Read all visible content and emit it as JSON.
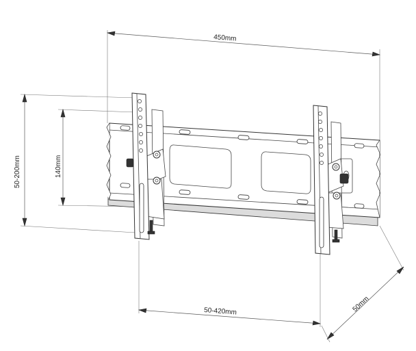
{
  "dimensions": {
    "overall_width": "450mm",
    "bracket_spacing": "50-420mm",
    "depth": "50mm",
    "vertical_range": "50-200mm",
    "vertical_inner": "140mm"
  }
}
